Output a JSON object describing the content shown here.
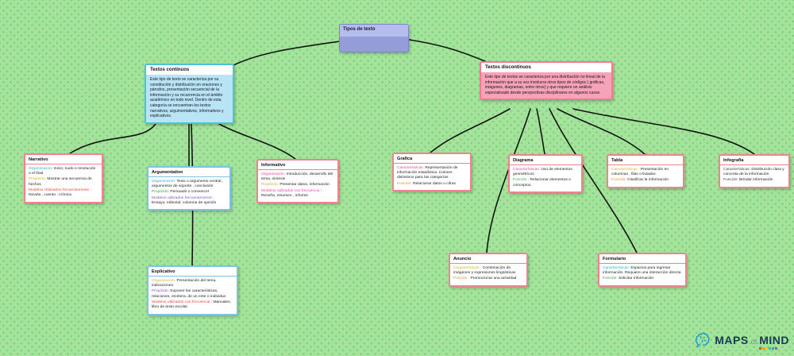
{
  "root": {
    "title": "Tipos de texto"
  },
  "continuous": {
    "title": "Textos   continuos",
    "body": "Este tipo de texto se caracteriza por su constitución y distribución en oraciones y párrafos, presentación secuencial de la información y su recurrencia en el ámbito académico en todo nivel. Dentro de esta categoría se encuentran los textos narrativos, argumentativos, informativos y explicativos."
  },
  "discontinuous": {
    "title": "Textos discontinuos",
    "body": "Este tipo de textos se caracteriza por una distribución no lineal de la información que a su vez involucra otros tipos de códigos ( gráficas, imágenes, diagramas, entre otros) y que requiere un análisis especializado desde perspectivas disciplinares en algunos casos."
  },
  "colors": {
    "cyan": "#27b2d4",
    "yellow": "#d7b32e",
    "red": "#e04b3f",
    "green": "#3fa54b",
    "purple": "#8a55c8",
    "magenta": "#e84a9e",
    "orange": "#ee8d35",
    "dark": "#444444"
  },
  "nodes": {
    "narrativo": {
      "title": "Narrativo",
      "fields": [
        {
          "label": "Organización:",
          "color": "#27b2d4",
          "text": " Inicio, nudo o resolución o el final"
        },
        {
          "label": "Propósito:",
          "color": "#d7b32e",
          "text": " Mostrar una secuencia de hechos"
        },
        {
          "label": "Modelos Utilizados frecuentemente",
          "color": "#e04b3f",
          "text": " : Novela , cuento ; crónica"
        }
      ]
    },
    "argumentativo": {
      "title": "Argumentativo",
      "fields": [
        {
          "label": "Organización:",
          "color": "#27b2d4",
          "text": " Tesis o argumento central , argumentos de soporte , conclusión"
        },
        {
          "label": "Propósito:",
          "color": "#3fa54b",
          "text": " Persuadir o convencer"
        },
        {
          "label": "Modelos utilizados frecuentemente:",
          "color": "#8a55c8",
          "text": " Ensayo, editorial, columna de opinión"
        }
      ]
    },
    "informativo": {
      "title": "Informativo",
      "fields": [
        {
          "label": "Organización:",
          "color": "#e84a9e",
          "text": " Introducción, desarrollo del tema, síntesis"
        },
        {
          "label": "Propósito:",
          "color": "#d7b32e",
          "text": " Presentar datos, información"
        },
        {
          "label": "Modelos utilizados con frecuencia",
          "color": "#e84a9e",
          "text": " : Reseña, resumen , informe"
        }
      ]
    },
    "explicativo": {
      "title": "Explicativo",
      "fields": [
        {
          "label": "Organización:",
          "color": "#d7b32e",
          "text": " Presentación del tema, indicaciones."
        },
        {
          "label": "Propósito:",
          "color": "#8a55c8",
          "text": " Exponer las características, relaciones, etcétera, de un ente o individuo"
        },
        {
          "label": "Modelos utilizados con frecuencia",
          "color": "#e04b3f",
          "text": " : Manuales, libro de texto escolar"
        }
      ]
    },
    "grafica": {
      "title": "Grafica",
      "fields": [
        {
          "label": "Características:",
          "color": "#e84a9e",
          "text": " Representación de información estadística. Colores distintivos para las categorías"
        },
        {
          "label": "Función:",
          "color": "#ee8d35",
          "text": " Relacionar datos o cifras"
        }
      ]
    },
    "diagrama": {
      "title": "Diagrama",
      "fields": [
        {
          "label": "Características:",
          "color": "#e84a9e",
          "text": " Uso de elementos geométricos"
        },
        {
          "label": "Función :",
          "color": "#3fa54b",
          "text": " Relacionar elementos o conceptos."
        }
      ]
    },
    "tabla": {
      "title": "Tabla",
      "fields": [
        {
          "label": "Características :",
          "color": "#d7b32e",
          "text": " Presentación en columnas , filas o listados"
        },
        {
          "label": "Función:",
          "color": "#ee8d35",
          "text": "  Clasificar la información"
        }
      ]
    },
    "infografia": {
      "title": "Infografía",
      "fields": [
        {
          "label": "Características:",
          "color": "#444444",
          "text": " Distribución clara y concreta de la información"
        },
        {
          "label": "Función:",
          "color": "#444444",
          "text": " Brindar información"
        }
      ]
    },
    "anuncio": {
      "title": "Anuncio",
      "fields": [
        {
          "label": "Características :",
          "color": "#d7b32e",
          "text": " Combinación de imágenes y expresiones lingüísticas"
        },
        {
          "label": "Función :",
          "color": "#ee8d35",
          "text": " Promocionar una actividad"
        }
      ]
    },
    "formulario": {
      "title": "Formulario",
      "fields": [
        {
          "label": "Características:",
          "color": "#27b2d4",
          "text": " Espacios para ingresar información. Requiere una interacción directa"
        },
        {
          "label": "Función:",
          "color": "#3fa54b",
          "text": "  Solicitar información"
        }
      ]
    }
  },
  "logo": {
    "maps": "MAPS",
    "of": "of",
    "mind": "MIND"
  }
}
